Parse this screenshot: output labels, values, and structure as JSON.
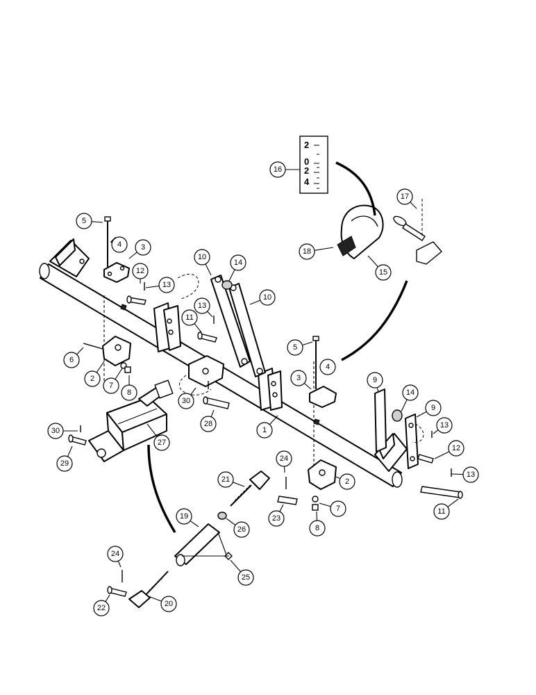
{
  "diagram": {
    "callouts": [
      {
        "id": "c16",
        "label": "16"
      },
      {
        "id": "c17",
        "label": "17"
      },
      {
        "id": "c18",
        "label": "18"
      },
      {
        "id": "c15",
        "label": "15"
      },
      {
        "id": "c5a",
        "label": "5"
      },
      {
        "id": "c4a",
        "label": "4"
      },
      {
        "id": "c3a",
        "label": "3"
      },
      {
        "id": "c12a",
        "label": "12"
      },
      {
        "id": "c13a",
        "label": "13"
      },
      {
        "id": "c10a",
        "label": "10"
      },
      {
        "id": "c14a",
        "label": "14"
      },
      {
        "id": "c10b",
        "label": "10"
      },
      {
        "id": "c13b",
        "label": "13"
      },
      {
        "id": "c11a",
        "label": "11"
      },
      {
        "id": "c6",
        "label": "6"
      },
      {
        "id": "c2a",
        "label": "2"
      },
      {
        "id": "c7a",
        "label": "7"
      },
      {
        "id": "c8a",
        "label": "8"
      },
      {
        "id": "c5b",
        "label": "5"
      },
      {
        "id": "c4b",
        "label": "4"
      },
      {
        "id": "c3b",
        "label": "3"
      },
      {
        "id": "c9a",
        "label": "9"
      },
      {
        "id": "c14b",
        "label": "14"
      },
      {
        "id": "c9b",
        "label": "9"
      },
      {
        "id": "c30a",
        "label": "30"
      },
      {
        "id": "c28",
        "label": "28"
      },
      {
        "id": "c1",
        "label": "1"
      },
      {
        "id": "c13c",
        "label": "13"
      },
      {
        "id": "c12b",
        "label": "12"
      },
      {
        "id": "c30b",
        "label": "30"
      },
      {
        "id": "c27",
        "label": "27"
      },
      {
        "id": "c29",
        "label": "29"
      },
      {
        "id": "c24a",
        "label": "24"
      },
      {
        "id": "c21",
        "label": "21"
      },
      {
        "id": "c2b",
        "label": "2"
      },
      {
        "id": "c13d",
        "label": "13"
      },
      {
        "id": "c23",
        "label": "23"
      },
      {
        "id": "c7b",
        "label": "7"
      },
      {
        "id": "c11b",
        "label": "11"
      },
      {
        "id": "c19",
        "label": "19"
      },
      {
        "id": "c26",
        "label": "26"
      },
      {
        "id": "c8b",
        "label": "8"
      },
      {
        "id": "c24b",
        "label": "24"
      },
      {
        "id": "c25",
        "label": "25"
      },
      {
        "id": "c22",
        "label": "22"
      },
      {
        "id": "c20",
        "label": "20"
      }
    ],
    "gauge_scale": [
      "2",
      "0",
      "2",
      "4"
    ]
  }
}
